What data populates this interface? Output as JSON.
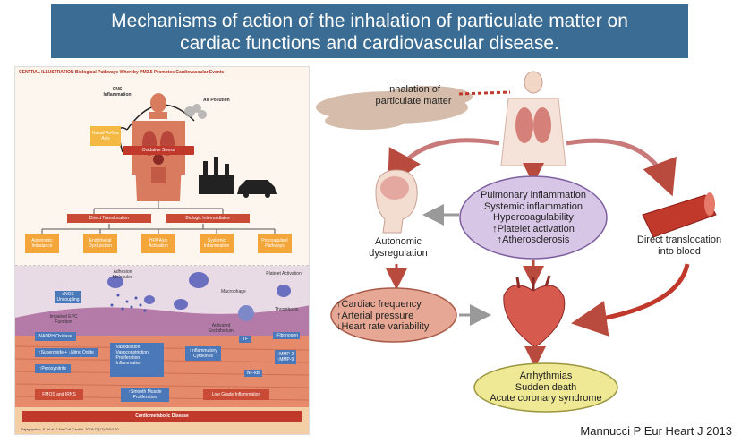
{
  "title": {
    "line1": "Mechanisms of action of the inhalation of particulate matter on",
    "line2": "cardiac functions and cardiovascular disease."
  },
  "left_panel": {
    "header": "CENTRAL ILLUSTRATION  Biological Pathways Whereby PM2.5 Promotes Cardiovascular Events",
    "cns": "CNS Inflammation",
    "air_pollution": "Air Pollution",
    "nasal": "Nasal/ Airflow Axis",
    "oxidative_stress": "Oxidative Stress",
    "direct_translocation": "Direct Translocation",
    "biologic_intermediates": "Biologic Intermediates",
    "pathways": [
      "Autonomic Imbalance",
      "Endothelial Dysfunction",
      "HPA Axis Activation",
      "Systemic Inflammation",
      "Procoagulant Pathways"
    ],
    "adhesion": "Adhesion Molecules",
    "platelet": "Platelet Activation",
    "macrophage": "Macrophage",
    "thrombosis": "Thrombosis",
    "enos": "eNOS Uncoupling",
    "impaired_epc": "Impaired EPC Function",
    "activated_endo": "Activated Endothelium",
    "nadph": "NADPH Oxidase",
    "superoxide": "↑Superoxide  + ↓Nitric Oxide",
    "peroxynitrite": "↑Peroxynitrite",
    "effects": [
      "↑Vasodilation",
      "↑Vasoconstriction",
      "↑Proliferation",
      "↑Inflammation"
    ],
    "inflammatory": "↑Inflammatory Cytokines",
    "tf": "TF",
    "mmp": "↑MMP-2 ↑MMP-9",
    "fibrinogen": "↑Fibrinogen",
    "nfkb": "NF-kB",
    "fmos": "FMOS and IRNS",
    "smooth": "↑Smooth Muscle Proliferation",
    "low_grade": "Low Grade Inflammation",
    "cardiometabolic": "Cardiometabolic Disease",
    "footer": "Rajagopalan, S. et al. J Am Coll Cardiol. 2018;72(17):2054-70."
  },
  "right_panel": {
    "inhalation": [
      "Inhalation of",
      "particulate matter"
    ],
    "center": [
      "Pulmonary inflammation",
      "Systemic inflammation",
      "Hypercoagulability",
      "↑Platelet activation",
      "↑Atherosclerosis"
    ],
    "autonomic": [
      "Autonomic",
      "dysregulation"
    ],
    "direct": [
      "Direct translocation",
      "into blood"
    ],
    "cardiac": [
      "↑Cardiac frequency",
      "↑Arterial pressure",
      "↓Heart rate variability"
    ],
    "outcomes": [
      "Arrhythmias",
      "Sudden death",
      "Acute coronary syndrome"
    ]
  },
  "citation": "Mannucci P Eur Heart J 2013"
}
